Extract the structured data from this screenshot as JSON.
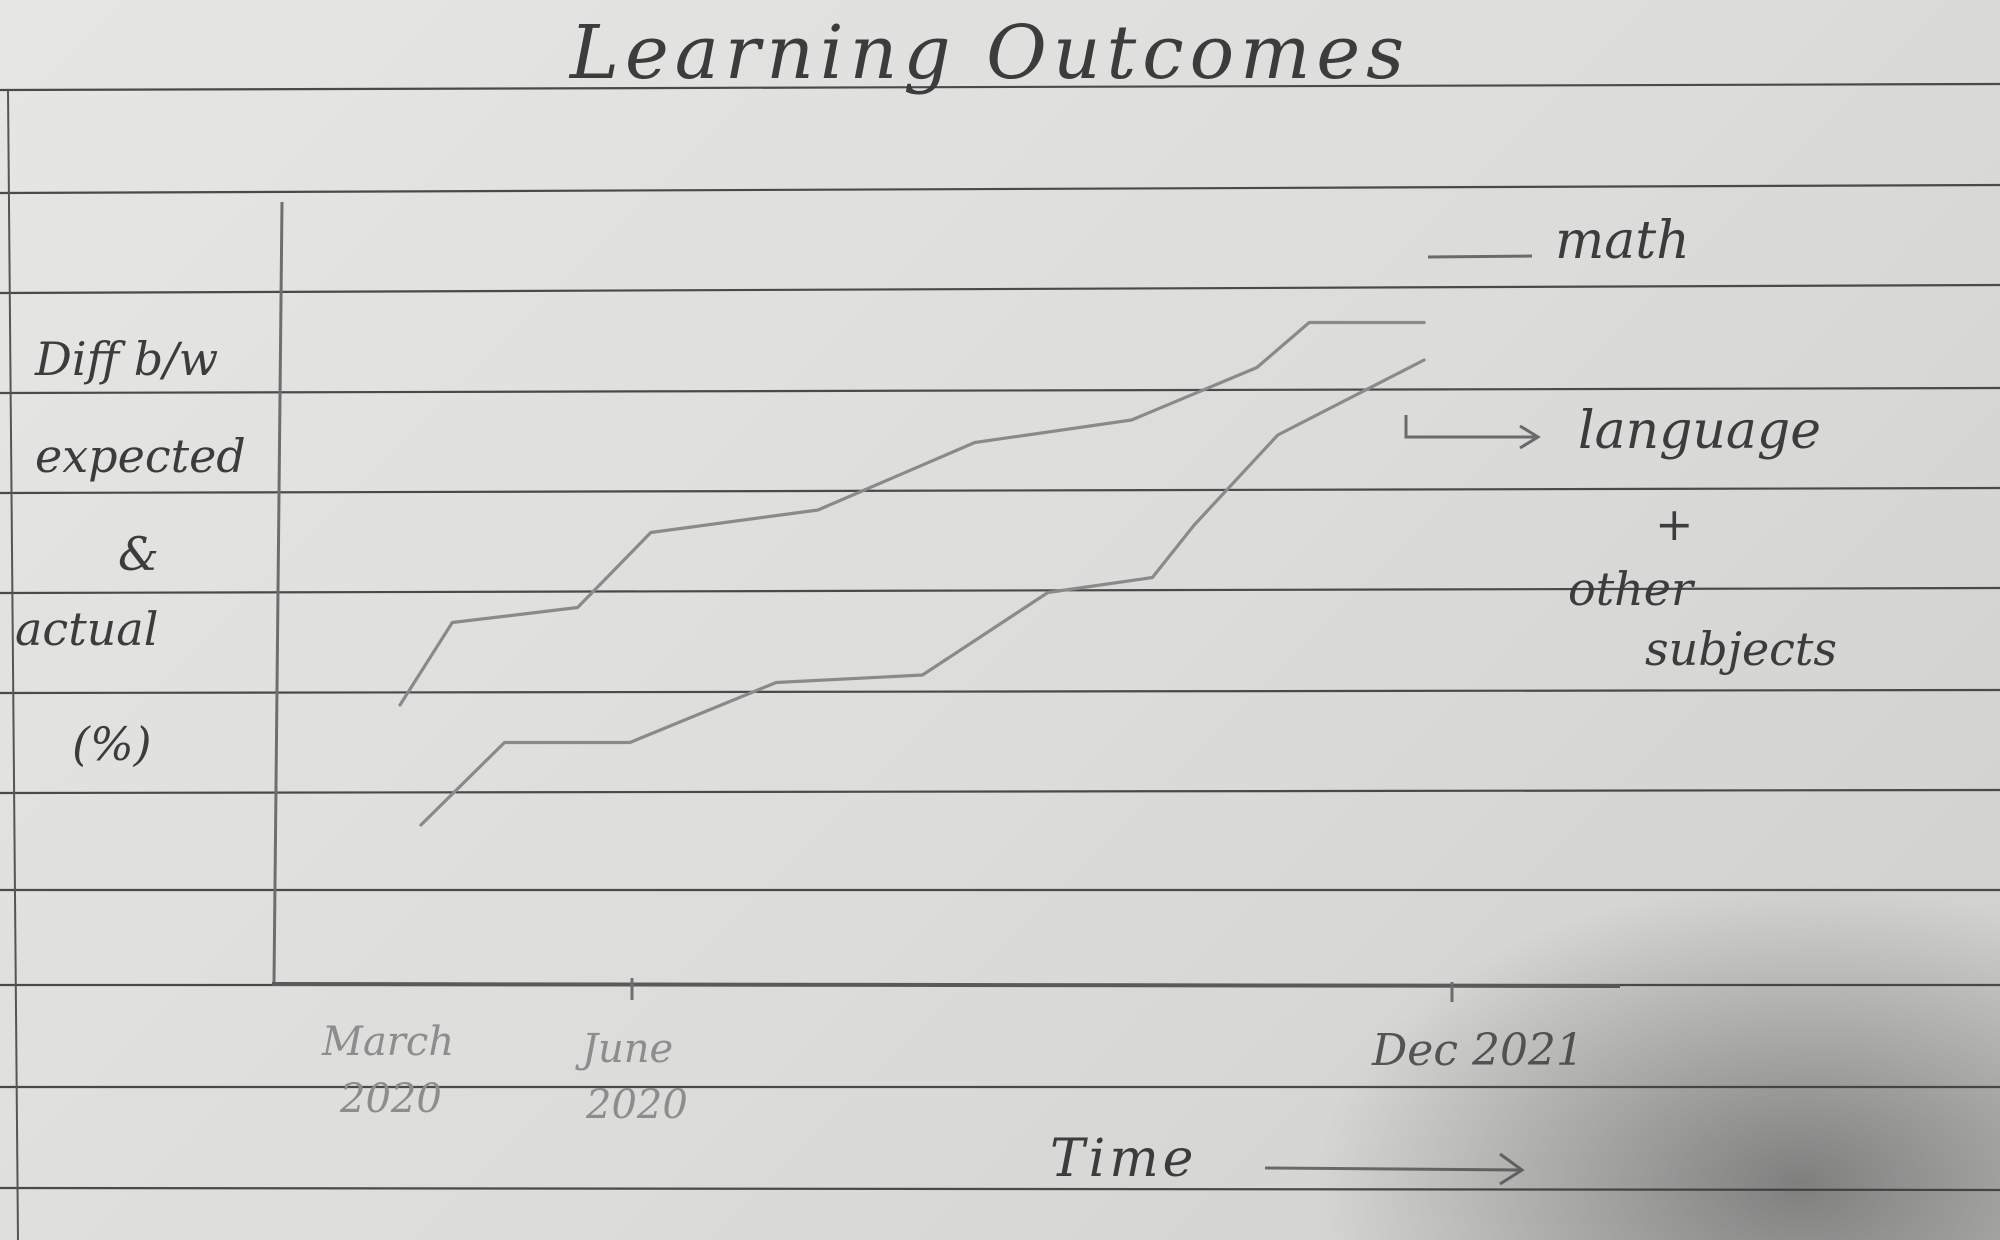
{
  "chart_data": {
    "type": "line",
    "title": "Learning Outcomes",
    "ylabel": "Diff b/w expected & actual (%)",
    "xlabel": "Time",
    "x_tick_labels": [
      "March 2020",
      "June 2020",
      "Dec 2021"
    ],
    "legend": {
      "math": "math",
      "language": "language + other subjects"
    },
    "series": [
      {
        "name": "math",
        "x": [
          0.0,
          0.05,
          0.17,
          0.24,
          0.4,
          0.55,
          0.7,
          0.82,
          0.87,
          0.98
        ],
        "values": [
          1.8,
          2.35,
          2.45,
          2.95,
          3.1,
          3.55,
          3.7,
          4.05,
          4.35,
          4.35
        ]
      },
      {
        "name": "language + other subjects",
        "x": [
          0.02,
          0.1,
          0.22,
          0.36,
          0.5,
          0.62,
          0.72,
          0.76,
          0.84,
          0.98
        ],
        "values": [
          1.0,
          1.55,
          1.55,
          1.95,
          2.0,
          2.55,
          2.65,
          3.0,
          3.6,
          4.1
        ]
      }
    ]
  }
}
